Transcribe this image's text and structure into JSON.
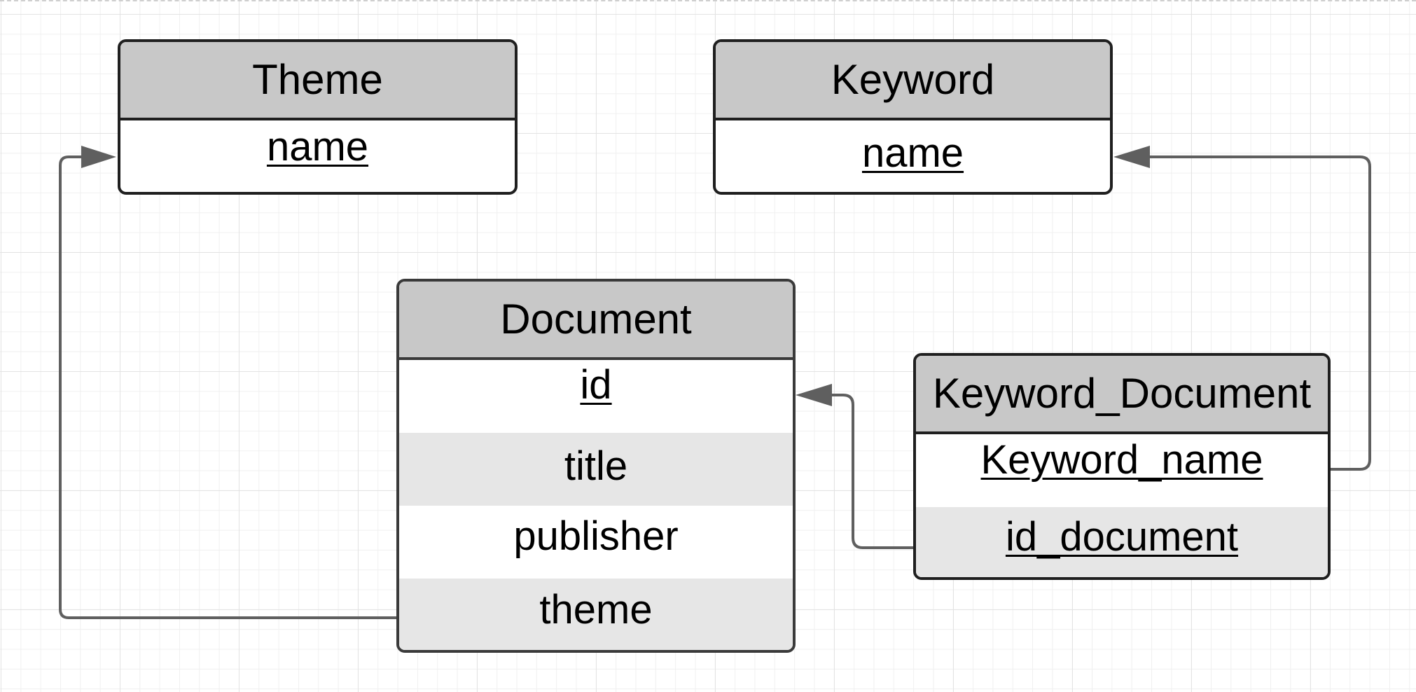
{
  "colors": {
    "header_fill": "#c8c8c8",
    "alt_row_fill": "#e6e6e6",
    "border": "#1f1f1f",
    "connector": "#5f5f5f"
  },
  "entities": {
    "theme": {
      "title": "Theme",
      "fields": [
        {
          "label": "name",
          "key": true
        }
      ]
    },
    "keyword": {
      "title": "Keyword",
      "fields": [
        {
          "label": "name",
          "key": true
        }
      ]
    },
    "document": {
      "title": "Document",
      "fields": [
        {
          "label": "id",
          "key": true
        },
        {
          "label": "title",
          "key": false
        },
        {
          "label": "publisher",
          "key": false
        },
        {
          "label": "theme",
          "key": false
        }
      ]
    },
    "keyword_document": {
      "title": "Keyword_Document",
      "fields": [
        {
          "label": "Keyword_name",
          "key": true
        },
        {
          "label": "id_document",
          "key": true
        }
      ]
    }
  },
  "relationships": [
    {
      "from": "Document.theme",
      "to": "Theme.name"
    },
    {
      "from": "Keyword_Document.Keyword_name",
      "to": "Keyword.name"
    },
    {
      "from": "Keyword_Document.id_document",
      "to": "Document.id"
    }
  ]
}
